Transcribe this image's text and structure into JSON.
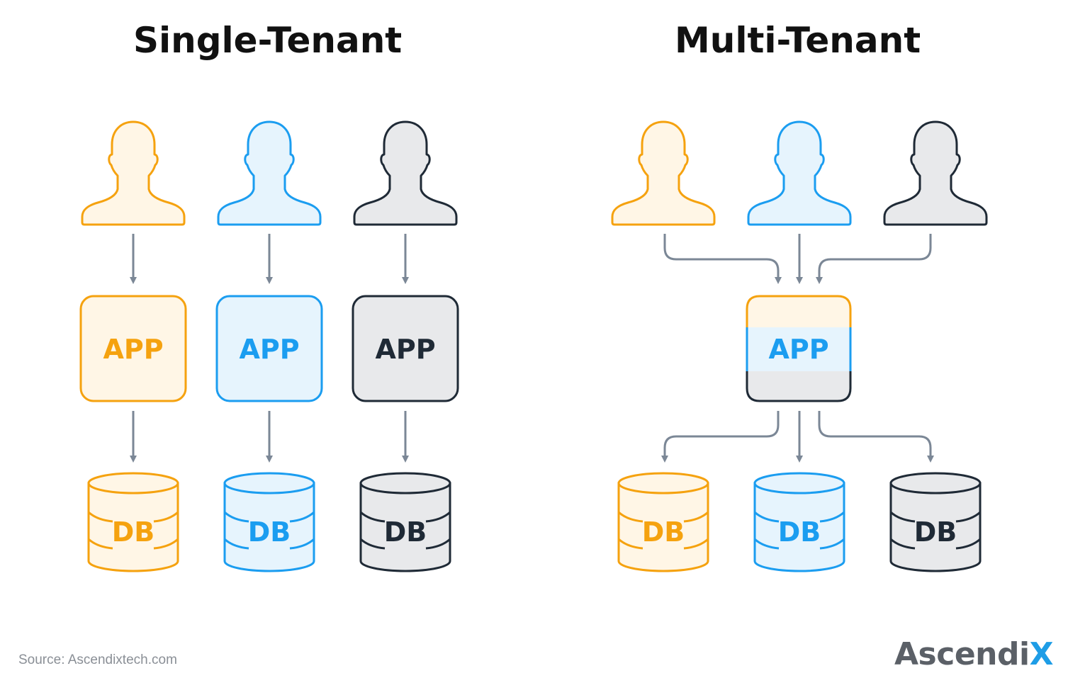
{
  "single": {
    "title": "Single-Tenant"
  },
  "multi": {
    "title": "Multi-Tenant"
  },
  "app_label": "APP",
  "db_label": "DB",
  "source": "Source:  Ascendixtech.com",
  "logo": {
    "text_main": "Ascendi",
    "text_accent": "X"
  },
  "palette": {
    "orange": {
      "stroke": "#f5a20f",
      "fill": "#fff6e6",
      "text": "#f5a20f"
    },
    "blue": {
      "stroke": "#1b9df0",
      "fill": "#e6f4fd",
      "text": "#1b9df0"
    },
    "dark": {
      "stroke": "#1f2a36",
      "fill": "#e8e9eb",
      "text": "#1f2a36"
    },
    "arrow": "#7b8796"
  },
  "tenant_colors": [
    "orange",
    "blue",
    "dark"
  ]
}
